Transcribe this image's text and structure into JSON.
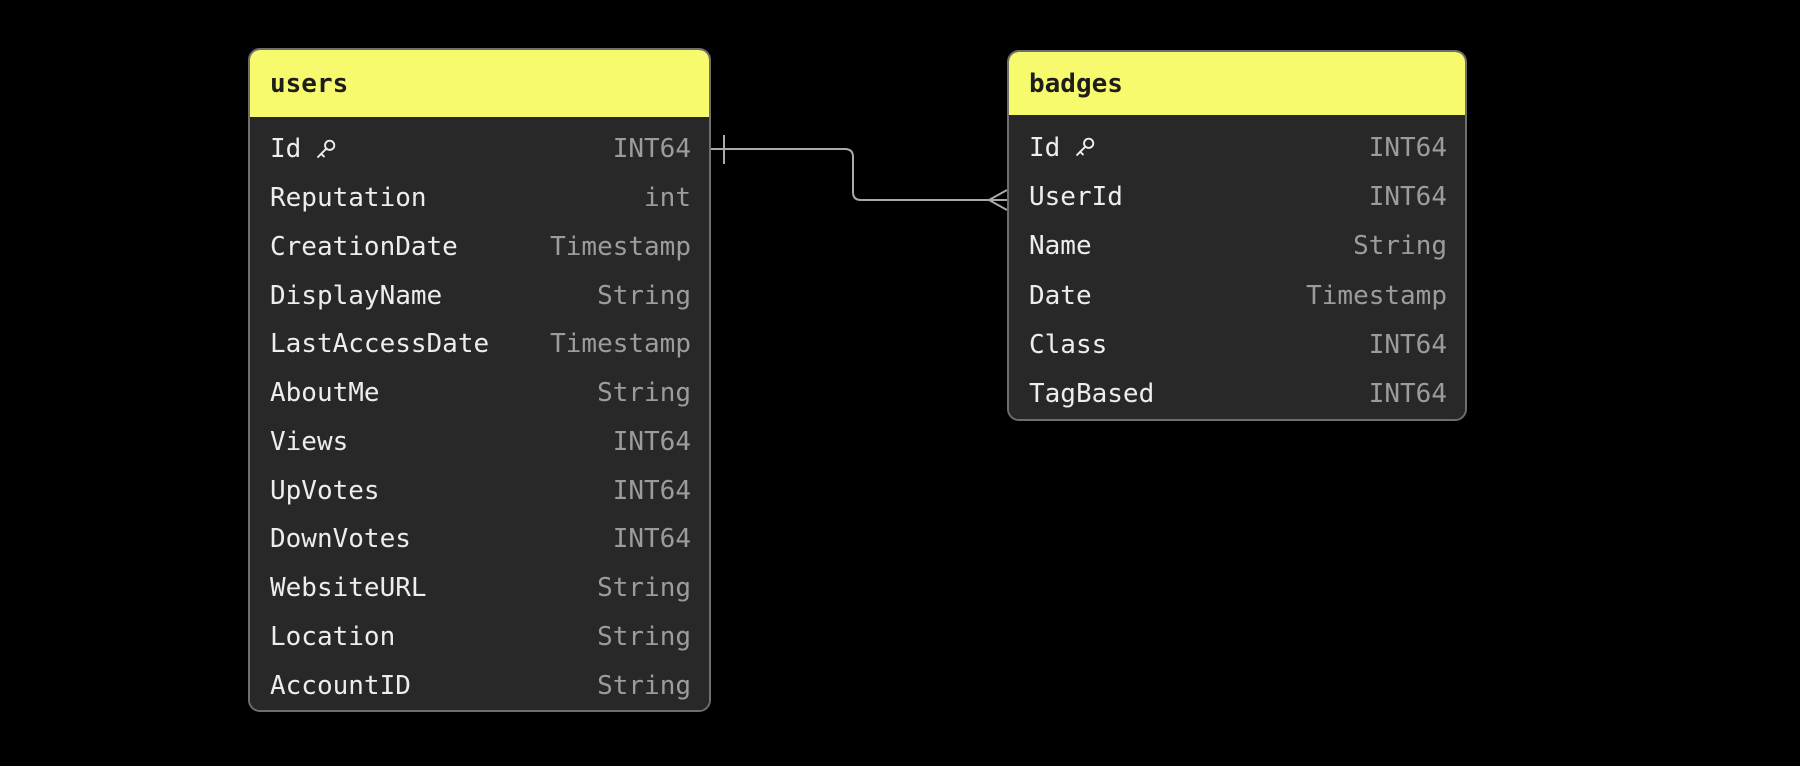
{
  "diagram": {
    "background_color": "#000000",
    "table_header_color": "#f8fa6d",
    "table_body_color": "#282828",
    "table_border_color": "#6e6e6e",
    "field_name_color": "#ededed",
    "field_type_color": "#9c9c9c",
    "relationship_line_color": "#aaaaaa",
    "tables": [
      {
        "title": "users",
        "columns": [
          {
            "name": "Id",
            "type": "INT64",
            "primary_key": true
          },
          {
            "name": "Reputation",
            "type": "int"
          },
          {
            "name": "CreationDate",
            "type": "Timestamp"
          },
          {
            "name": "DisplayName",
            "type": "String"
          },
          {
            "name": "LastAccessDate",
            "type": "Timestamp"
          },
          {
            "name": "AboutMe",
            "type": "String"
          },
          {
            "name": "Views",
            "type": "INT64"
          },
          {
            "name": "UpVotes",
            "type": "INT64"
          },
          {
            "name": "DownVotes",
            "type": "INT64"
          },
          {
            "name": "WebsiteURL",
            "type": "String"
          },
          {
            "name": "Location",
            "type": "String"
          },
          {
            "name": "AccountID",
            "type": "String"
          }
        ]
      },
      {
        "title": "badges",
        "columns": [
          {
            "name": "Id",
            "type": "INT64",
            "primary_key": true
          },
          {
            "name": "UserId",
            "type": "INT64"
          },
          {
            "name": "Name",
            "type": "String"
          },
          {
            "name": "Date",
            "type": "Timestamp"
          },
          {
            "name": "Class",
            "type": "INT64"
          },
          {
            "name": "TagBased",
            "type": "INT64"
          }
        ]
      }
    ],
    "relationship": {
      "from_table": "users",
      "from_column": "Id",
      "from_cardinality": "one",
      "to_table": "badges",
      "to_column": "UserId",
      "to_cardinality": "many"
    }
  }
}
